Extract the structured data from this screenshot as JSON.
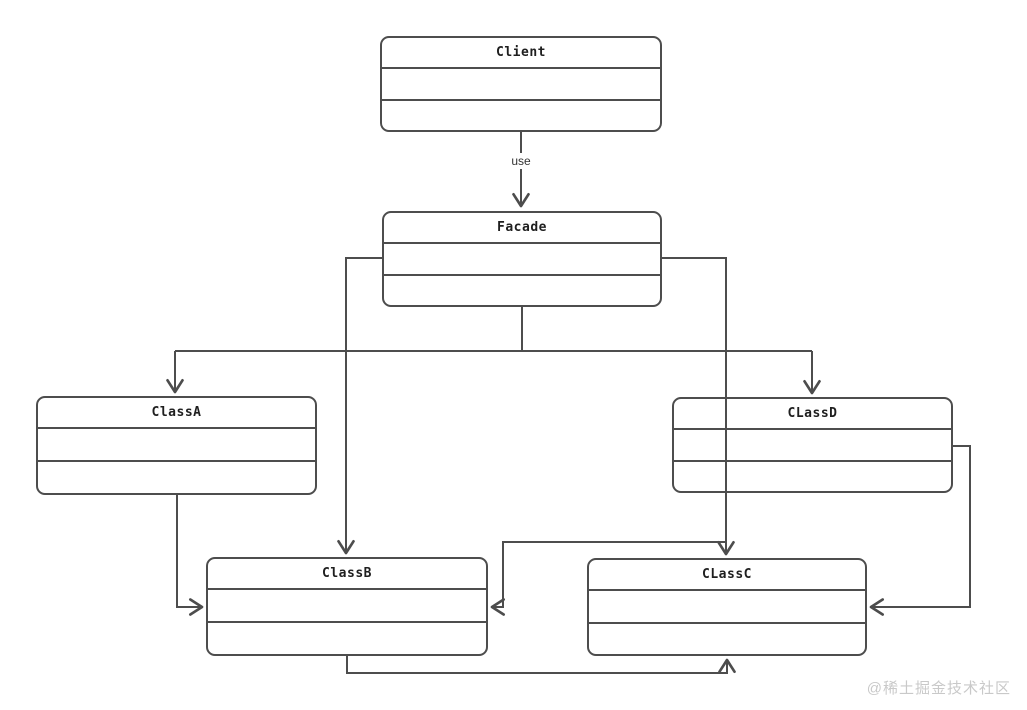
{
  "diagram": {
    "kind": "uml-class-diagram",
    "nodes": {
      "client": {
        "label": "Client"
      },
      "facade": {
        "label": "Facade"
      },
      "class_a": {
        "label": "ClassA"
      },
      "class_b": {
        "label": "ClassB"
      },
      "class_c": {
        "label": "CLassC"
      },
      "class_d": {
        "label": "CLassD"
      }
    },
    "edges": [
      {
        "from": "Client",
        "to": "Facade",
        "label": "use"
      },
      {
        "from": "Facade",
        "to": "ClassA",
        "label": ""
      },
      {
        "from": "Facade",
        "to": "CLassD",
        "label": ""
      },
      {
        "from": "Facade",
        "to": "ClassB",
        "label": ""
      },
      {
        "from": "Facade",
        "to": "CLassC",
        "label": ""
      },
      {
        "from": "ClassA",
        "to": "ClassB",
        "label": ""
      },
      {
        "from": "CLassD",
        "to": "ClassB",
        "label": ""
      },
      {
        "from": "CLassD",
        "to": "CLassC",
        "label": ""
      },
      {
        "from": "ClassB",
        "to": "CLassC",
        "label": ""
      }
    ],
    "colors": {
      "line": "#4d4d4d",
      "background": "#ffffff",
      "text": "#1f1f1f"
    }
  },
  "watermark": {
    "text": "@稀土掘金技术社区"
  }
}
